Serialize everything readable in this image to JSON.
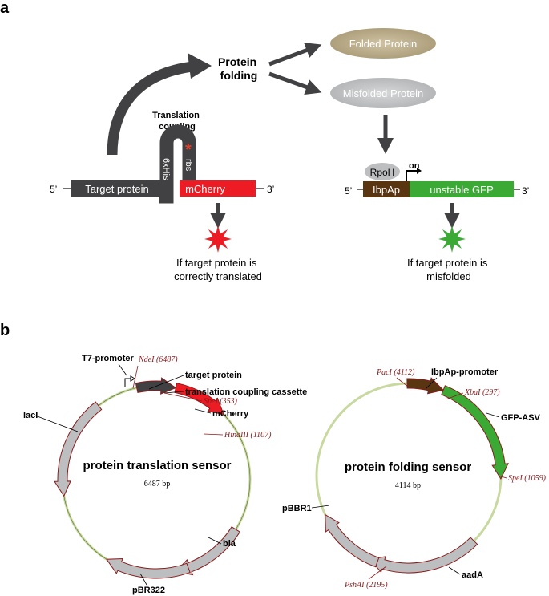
{
  "panel_a": {
    "label": "a",
    "protein_folding": [
      "Protein",
      "folding"
    ],
    "folded_protein": "Folded Protein",
    "misfolded_protein": "Misfolded Protein",
    "translation_coupling": [
      "Translation",
      "coupling"
    ],
    "five_prime": "5’",
    "three_prime": "3’",
    "target_protein": "Target protein",
    "his_tag": "6xHis",
    "rbs": "rbs",
    "asterisk": "*",
    "mcherry": "mCherry",
    "caption_left": [
      "If target protein is",
      "correctly translated"
    ],
    "rpoh": "RpoH",
    "on": "on",
    "ibpap": "IbpAp",
    "unstable_gfp": "unstable GFP",
    "caption_right": [
      "If target protein is",
      "misfolded"
    ]
  },
  "panel_b": {
    "label": "b",
    "left": {
      "name": "protein translation sensor",
      "size": "6487 bp",
      "labels": {
        "t7": "T7-promoter",
        "ndei": "NdeI (6487)",
        "target": "target protein",
        "coupling": "translation coupling cassette",
        "spei": "SpeI (353)",
        "mcherry": "mCherry",
        "hindiii": "HindIII (1107)",
        "laci": "lacI",
        "bla": "bla",
        "pbr322": "pBR322"
      }
    },
    "right": {
      "name": "protein folding sensor",
      "size": "4114 bp",
      "labels": {
        "paci": "PacI (4112)",
        "ibpap": "IbpAp-promoter",
        "xbai": "XbaI (297)",
        "gfp": "GFP-ASV",
        "spei": "SpeI (1059)",
        "pbbr1": "pBBR1",
        "aada": "aadA",
        "pshai": "PshAI (2195)"
      }
    }
  },
  "colors": {
    "dark_gray": "#414042",
    "red": "#ed1c24",
    "green": "#3aaa35",
    "brown": "#5a3512",
    "tan": "#b6a784",
    "light_gray": "#bcbec0",
    "plasmid_backbone": "#c8d9a0",
    "enzyme_label": "#8b1a1a"
  }
}
